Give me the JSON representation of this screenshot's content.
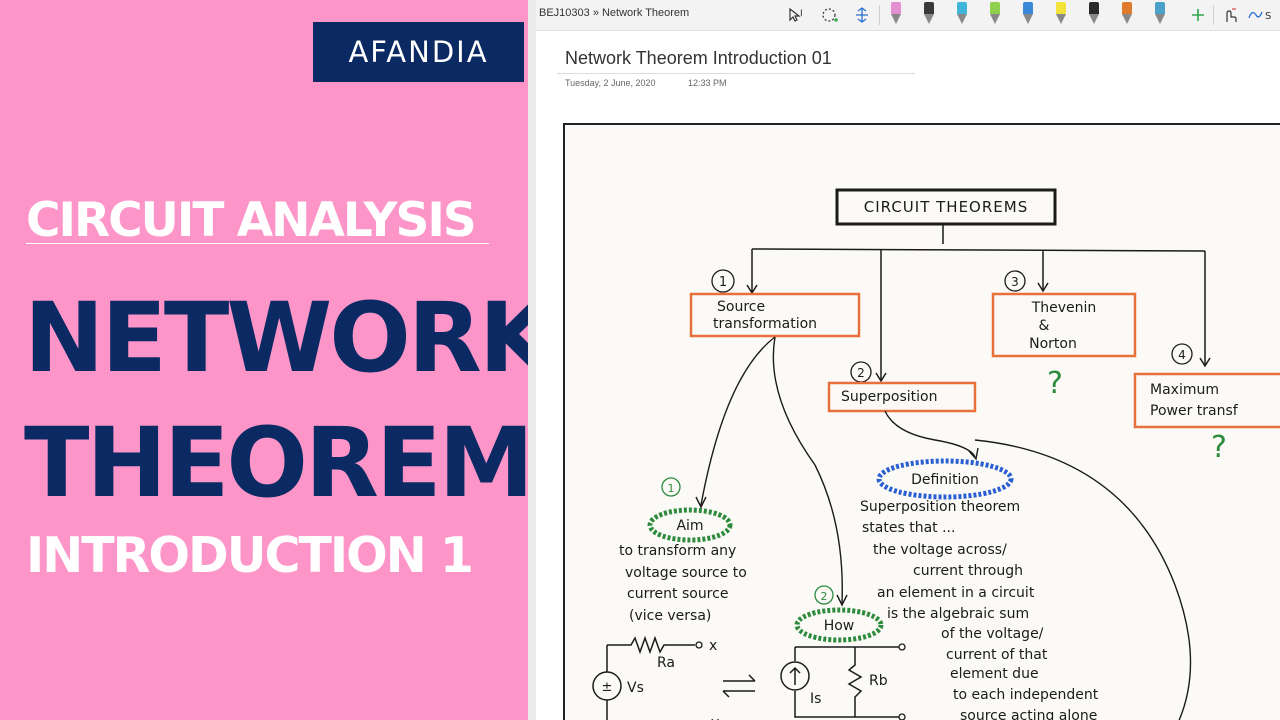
{
  "thumbnail": {
    "brand": "AFANDIA",
    "subject": "CIRCUIT ANALYSIS",
    "title_line1": "NETWORK",
    "title_line2": "THEOREM",
    "subtitle": "INTRODUCTION 1"
  },
  "app": {
    "breadcrumb": "BEJ10303 » Network Theorem",
    "toolbar_cut_label": "S",
    "pen_colors": [
      "#e58fd0",
      "#3a3a3a",
      "#3fb6d8",
      "#8fd14f",
      "#3a88d8",
      "#f2e33a",
      "#2a2a2a",
      "#e07a2c",
      "#4aa0c8"
    ],
    "add_color": "#2fa84f"
  },
  "note": {
    "title": "Network Theorem Introduction 01",
    "date": "Tuesday, 2 June, 2020",
    "time": "12:33 PM"
  },
  "sketch": {
    "root": "CIRCUIT THEOREMS",
    "n1": "1",
    "n2": "2",
    "n3": "3",
    "n4": "4",
    "source_l1": "Source",
    "source_l2": "transformation",
    "superposition": "Superposition",
    "thevenin_l1": "Thevenin",
    "thevenin_l2": "&",
    "thevenin_l3": "Norton",
    "maxpow_l1": "Maximum",
    "maxpow_l2": "Power transf",
    "q1": "?",
    "q2": "?",
    "definition": "Definition",
    "def_lines": [
      "Superposition theorem",
      "states that ...",
      "the voltage across/",
      "current through",
      "an element in a circuit",
      "is the algebraic sum",
      "of the voltage/",
      "current of that",
      "element due",
      "to each independent",
      "source acting alone"
    ],
    "aim_num": "1",
    "aim": "Aim",
    "aim_lines": [
      "to transform any",
      "voltage source to",
      "current source",
      "(vice versa)"
    ],
    "how_num": "2",
    "how": "How",
    "ra": "Ra",
    "x_label": "x",
    "vs": "Vs",
    "pm": "±",
    "is": "Is",
    "rb": "Rb",
    "y_label": "y"
  },
  "colors": {
    "pink": "#fd95c9",
    "navy": "#0b2a63",
    "box_orange": "#e8703a",
    "green_bubble": "#2e8b3e",
    "blue_bubble": "#2a5fd1"
  }
}
